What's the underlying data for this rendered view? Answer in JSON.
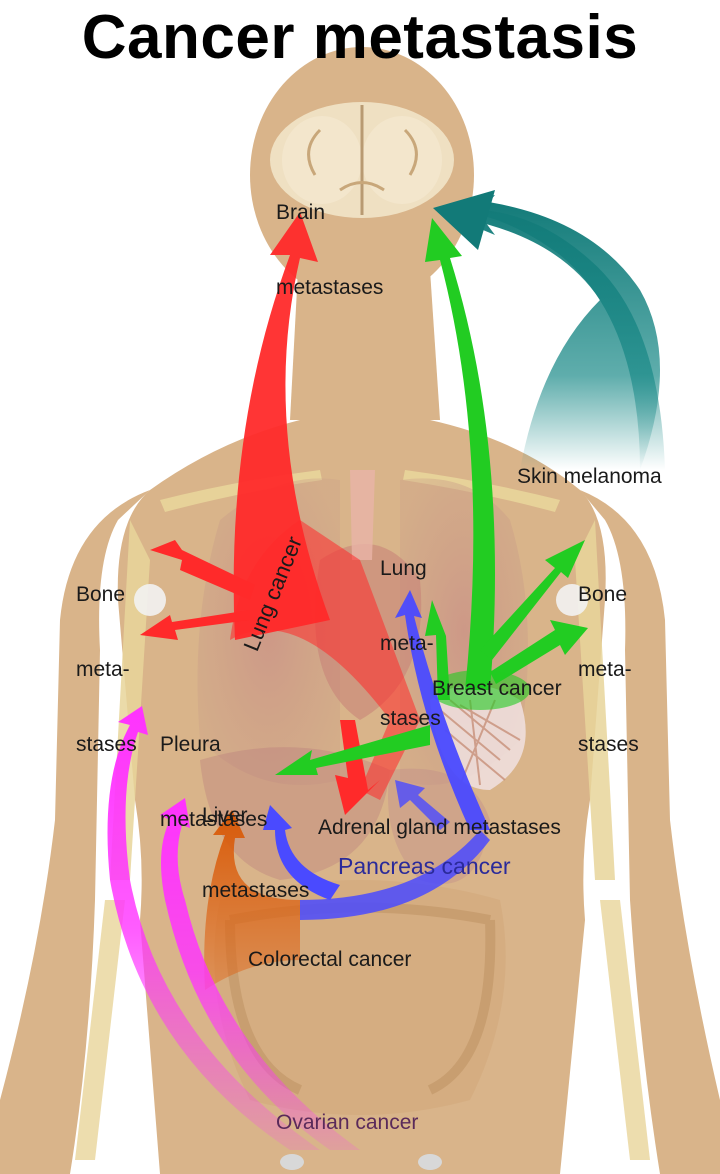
{
  "title": "Cancer metastasis",
  "labels": {
    "brain": [
      "Brain",
      "metastases"
    ],
    "skin_melanoma": "Skin melanoma",
    "lung_mets": [
      "Lung",
      "meta-",
      "stases"
    ],
    "bone_left": [
      "Bone",
      "meta-",
      "stases"
    ],
    "bone_right": [
      "Bone",
      "meta-",
      "stases"
    ],
    "lung_cancer": "Lung cancer",
    "breast_cancer": "Breast cancer",
    "pleura": [
      "Pleura",
      "metastases"
    ],
    "liver": [
      "Liver",
      "metastases"
    ],
    "adrenal": "Adrenal gland metastases",
    "pancreas": "Pancreas cancer",
    "colorectal": "Colorectal cancer",
    "ovarian": "Ovarian cancer"
  },
  "colors": {
    "skin": "#d9b48a",
    "lung_arrow": "#ff2a2a",
    "breast_arrow": "#22cc22",
    "melanoma_arrow": "#1a8a88",
    "pancreas_arrow": "#4a4aff",
    "colorectal_arrow": "#e06010",
    "ovarian_arrow": "#ff33ff",
    "pancreas_text": "#2a2a9a",
    "ovarian_text": "#5a2a5a"
  }
}
